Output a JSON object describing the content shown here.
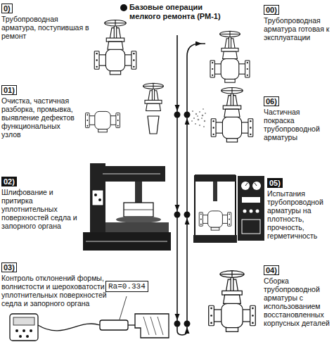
{
  "diagram": {
    "title": "Базовые операции мелкого ремонта (РМ-1)",
    "nodes": [
      {
        "text": [
          "0)",
          "Трубопроводная арматура, поступившая в ремонт"
        ]
      },
      {
        "text": [
          "00)",
          "Трубопроводная арматура готовая к эксплуатации"
        ]
      },
      {
        "text": [
          "01)",
          "Очистка, частичная разборка, промывка, выявление дефектов функциональных узлов"
        ]
      },
      {
        "text": [
          "06)",
          "Частичная покраска трубопроводной арматуры"
        ]
      },
      {
        "text": [
          "02)",
          "Шлифование и притирка уплотнительных поверхностей седла и запорного органа"
        ]
      },
      {
        "text": [
          "05)",
          "Испытания трубопроводной арматуры на плотность, прочность, герметичность"
        ]
      },
      {
        "text": [
          "03)",
          "Контроль отклонений формы, волнистости и шероховатости уплотнительных поверхностей седла и запорного органа"
        ]
      },
      {
        "text": [
          "04)",
          "Сборка трубопроводной арматуры с использованием восстановленных корпусных деталей"
        ]
      }
    ],
    "edges": [
      {
        "from": 0,
        "to": 2,
        "arrow": "to"
      },
      {
        "from": 2,
        "to": 4,
        "arrow": "to"
      },
      {
        "from": 4,
        "to": 6,
        "arrow": "to"
      },
      {
        "from": 6,
        "to": 7,
        "arrow": "to"
      },
      {
        "from": 7,
        "to": 5,
        "arrow": "to"
      },
      {
        "from": 5,
        "to": 3,
        "arrow": "to"
      },
      {
        "from": 3,
        "to": 1,
        "arrow": "to"
      }
    ],
    "labels": [
      "Ra=0.334"
    ]
  }
}
